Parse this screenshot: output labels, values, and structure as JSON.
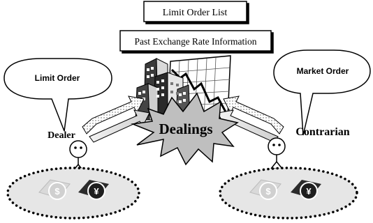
{
  "boxes": {
    "limit_order_list": "Limit Order List",
    "past_exchange_rate_information": "Past Exchange Rate Information"
  },
  "bubbles": {
    "left": "Limit  Order",
    "right": "Market  Order"
  },
  "actors": {
    "dealer": "Dealer",
    "contrarian": "Contrarian"
  },
  "center": {
    "label": "Dealings"
  },
  "currency": {
    "dollar": "$",
    "yen": "¥"
  },
  "icons": [
    "city-buildings-icon",
    "falling-chart-icon",
    "dollar-coin-icon",
    "yen-coin-icon",
    "stick-figure-icon"
  ]
}
